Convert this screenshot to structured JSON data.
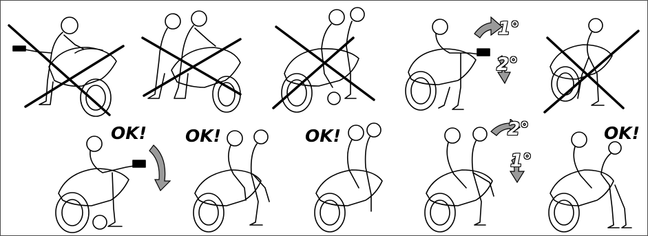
{
  "labels": {
    "ok": "OK!"
  },
  "steps": {
    "first": "1°",
    "second": "2°"
  },
  "colors": {
    "line": "#000000",
    "border": "#4a4a4a",
    "arrow_fill": "#9a9a9a"
  }
}
